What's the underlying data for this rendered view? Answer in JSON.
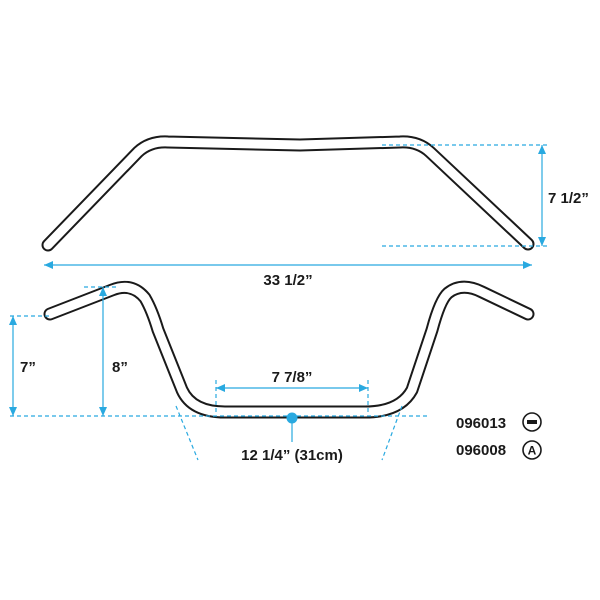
{
  "colors": {
    "dimension": "#29a9e0",
    "outline": "#1a1a1a",
    "background": "#ffffff"
  },
  "dimensions": {
    "top_width": "33 1/2”",
    "top_rise": "7 1/2”",
    "rise_outer": "7”",
    "rise_inner": "8”",
    "center_width": "7 7/8”",
    "base_width": "12 1/4” (31cm)"
  },
  "parts": [
    {
      "number": "096013",
      "badge_icon": "minus-badge-icon",
      "badge_text": ""
    },
    {
      "number": "096008",
      "badge_icon": "letter-a-badge-icon",
      "badge_text": "A"
    }
  ]
}
